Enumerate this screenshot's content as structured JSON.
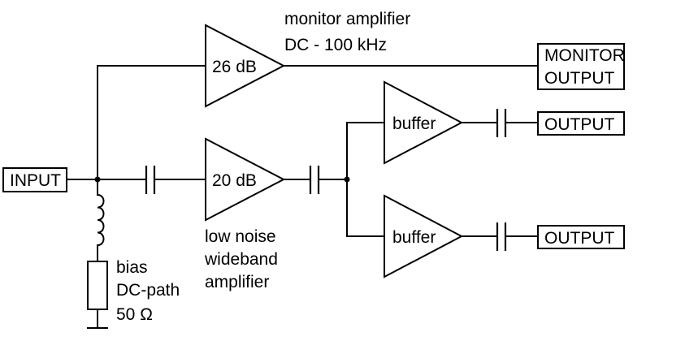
{
  "diagram": {
    "input_label": "INPUT",
    "monitor_output_line1": "MONITOR",
    "monitor_output_line2": "OUTPUT",
    "output_1_label": "OUTPUT",
    "output_2_label": "OUTPUT",
    "monitor_amp_gain": "26 dB",
    "monitor_amp_desc_line1": "monitor amplifier",
    "monitor_amp_desc_line2": "DC - 100 kHz",
    "lna_gain": "20 dB",
    "lna_desc_line1": "low noise",
    "lna_desc_line2": "wideband",
    "lna_desc_line3": "amplifier",
    "buffer_1_label": "buffer",
    "buffer_2_label": "buffer",
    "bias_line1": "bias",
    "bias_line2": "DC-path",
    "bias_line3": "50 Ω"
  }
}
